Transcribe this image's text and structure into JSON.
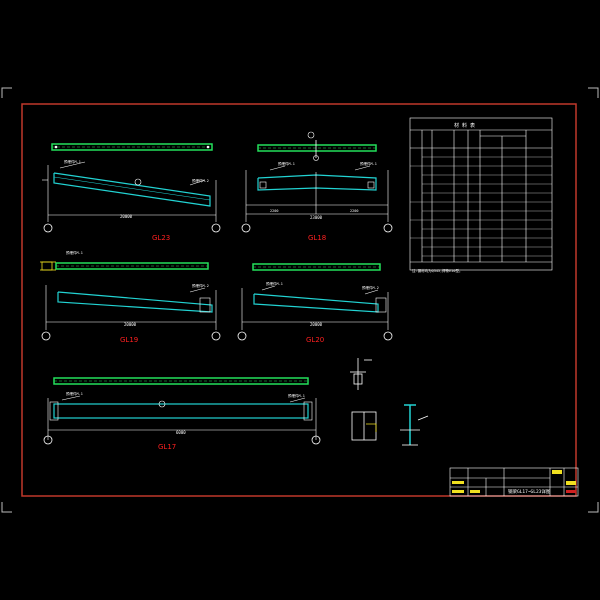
{
  "colors": {
    "background": "#000000",
    "frame": "#c0392b",
    "beam": "#22d3d3",
    "plan_bar": "#22e05a",
    "dims": "#ffffff",
    "label": "#ff2020",
    "grid_marker": "#ffffff",
    "table_line": "#ffffff",
    "titleblock_yellow": "#f0e020",
    "titleblock_red": "#d02020"
  },
  "beams": {
    "gl23": {
      "label": "GL23",
      "span": "20000",
      "left_axis": "",
      "right_axis": ""
    },
    "gl18": {
      "label": "GL18",
      "span": "23000",
      "dim_left": "2200",
      "dim_right": "2200",
      "top_axis": "①"
    },
    "gl19": {
      "label": "GL19",
      "span": "20000"
    },
    "gl20": {
      "label": "GL20",
      "span": "20000"
    },
    "gl17": {
      "label": "GL17",
      "span": "6000"
    }
  },
  "table": {
    "title": "材  料  表",
    "note": "注:钢材均为Q345,焊条E50型。"
  },
  "title_block": {
    "drawing_name": "钢梁GL17~GL23详图"
  }
}
